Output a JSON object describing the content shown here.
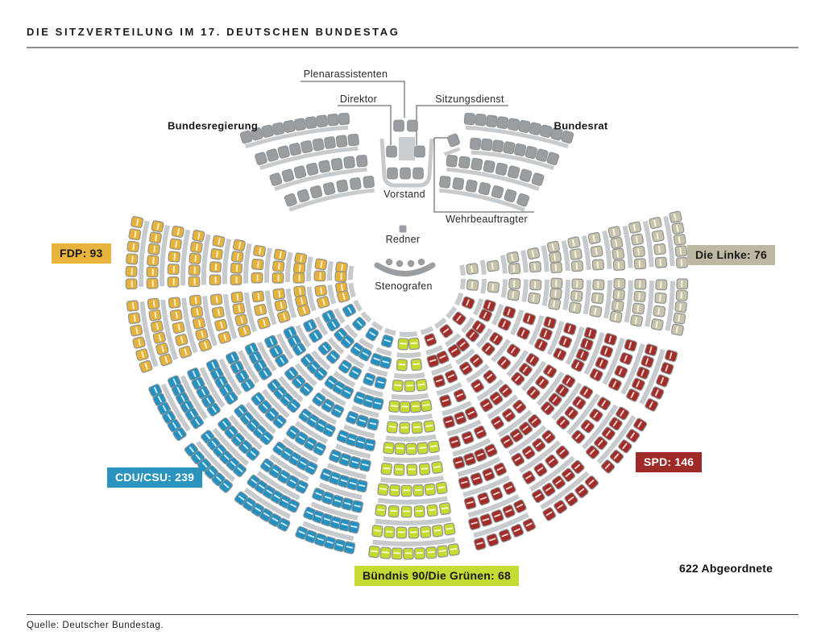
{
  "title": "DIE SITZVERTEILUNG IM 17. DEUTSCHEN BUNDESTAG",
  "source": "Quelle: Deutscher Bundestag.",
  "total_label": "622 Abgeordnete",
  "labels": {
    "plenarassistenten": "Plenarassistenten",
    "direktor": "Direktor",
    "sitzungsdienst": "Sitzungsdienst",
    "bundesregierung": "Bundesregierung",
    "bundesrat": "Bundesrat",
    "vorstand": "Vorstand",
    "wehrbeauftragter": "Wehrbeauftragter",
    "redner": "Redner",
    "stenografen": "Stenografen"
  },
  "parties": [
    {
      "id": "fdp",
      "name": "FDP",
      "seats": 93,
      "label": "FDP: 93",
      "seat_color": "#e7b238",
      "badge_bg": "#e8b43c",
      "badge_fg": "#1a1a1a"
    },
    {
      "id": "cdu",
      "name": "CDU/CSU",
      "seats": 239,
      "label": "CDU/CSU: 239",
      "seat_color": "#2491c1",
      "badge_bg": "#2a93be",
      "badge_fg": "#ffffff"
    },
    {
      "id": "gruene",
      "name": "Bündnis 90/Die Grünen",
      "seats": 68,
      "label": "Bündnis 90/Die Grünen: 68",
      "seat_color": "#c6da2f",
      "badge_bg": "#c5da33",
      "badge_fg": "#1a1a1a"
    },
    {
      "id": "spd",
      "name": "SPD",
      "seats": 146,
      "label": "SPD: 146",
      "seat_color": "#a22c28",
      "badge_bg": "#9e2b28",
      "badge_fg": "#ffffff"
    },
    {
      "id": "linke",
      "name": "Die Linke",
      "seats": 76,
      "label": "Die Linke: 76",
      "seat_color": "#c9c4a9",
      "badge_bg": "#bdb8a1",
      "badge_fg": "#1a1a1a"
    }
  ],
  "neutral": {
    "seat_color": "#9a9ea0",
    "desk_color": "#c7cbcd"
  },
  "chart_data": {
    "type": "parliament-seating",
    "title": "Die Sitzverteilung im 17. Deutschen Bundestag",
    "total_seats": 622,
    "total_label": "622 Abgeordnete",
    "parties": [
      {
        "name": "FDP",
        "seats": 93,
        "color": "#e7b238"
      },
      {
        "name": "CDU/CSU",
        "seats": 239,
        "color": "#2491c1"
      },
      {
        "name": "Bündnis 90/Die Grünen",
        "seats": 68,
        "color": "#c6da2f"
      },
      {
        "name": "SPD",
        "seats": 146,
        "color": "#a22c28"
      },
      {
        "name": "Die Linke",
        "seats": 76,
        "color": "#c9c4a9"
      }
    ],
    "non_party_areas": [
      "Bundesregierung",
      "Bundesrat",
      "Vorstand",
      "Plenarassistenten",
      "Direktor",
      "Sitzungsdienst",
      "Wehrbeauftragter",
      "Redner",
      "Stenografen"
    ],
    "source": "Quelle: Deutscher Bundestag.",
    "layout": "hemicycle, speaker area at top, parties left to right: FDP, CDU/CSU, Bündnis 90/Die Grünen, SPD, Die Linke"
  }
}
